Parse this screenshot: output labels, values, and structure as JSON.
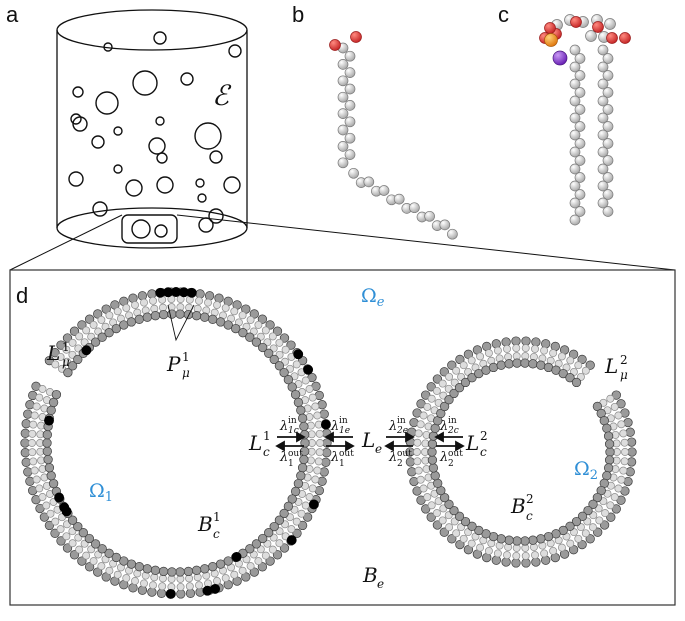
{
  "panels": {
    "a": "a",
    "b": "b",
    "c": "c",
    "d": "d"
  },
  "container_symbol": "ℰ",
  "regions": {
    "omega_e": {
      "base": "Ω",
      "sub": "e"
    },
    "omega_1": {
      "base": "Ω",
      "sub": "1"
    },
    "omega_2": {
      "base": "Ω",
      "sub": "2"
    }
  },
  "labels": {
    "L_mu_1": {
      "base": "L",
      "sup": "1",
      "sub": "μ"
    },
    "L_mu_2": {
      "base": "L",
      "sup": "2",
      "sub": "μ"
    },
    "P_mu_1": {
      "base": "P",
      "sup": "1",
      "sub": "μ"
    },
    "L_c_1": {
      "base": "L",
      "sup": "1",
      "sub": "c"
    },
    "L_c_2": {
      "base": "L",
      "sup": "2",
      "sub": "c"
    },
    "L_e": {
      "base": "L",
      "sub": "e"
    },
    "B_c_1": {
      "base": "B",
      "sup": "1",
      "sub": "c"
    },
    "B_c_2": {
      "base": "B",
      "sup": "2",
      "sub": "c"
    },
    "B_e": {
      "base": "B",
      "sub": "e"
    }
  },
  "rates": {
    "lambda_1c_in": {
      "base": "λ",
      "sup": "in",
      "sub": "1c"
    },
    "lambda_1_out_left": {
      "base": "λ",
      "sup": "out",
      "sub": "1"
    },
    "lambda_1e_in": {
      "base": "λ",
      "sup": "in",
      "sub": "1e"
    },
    "lambda_1_out_right": {
      "base": "λ",
      "sup": "out",
      "sub": "1"
    },
    "lambda_2e_in": {
      "base": "λ",
      "sup": "in",
      "sub": "2e"
    },
    "lambda_2_out_left": {
      "base": "λ",
      "sup": "out",
      "sub": "2"
    },
    "lambda_2c_in": {
      "base": "λ",
      "sup": "in",
      "sub": "2c"
    },
    "lambda_2_out_right": {
      "base": "λ",
      "sup": "out",
      "sub": "2"
    }
  },
  "colors": {
    "region_label": "#2f8fd6",
    "bead_dark": "#555555",
    "bead_light": "#dddddd",
    "protein": "#000000",
    "oxygen": "#e03a35",
    "phosphorus": "#f08a1c",
    "choline": "#8a3fd1"
  }
}
